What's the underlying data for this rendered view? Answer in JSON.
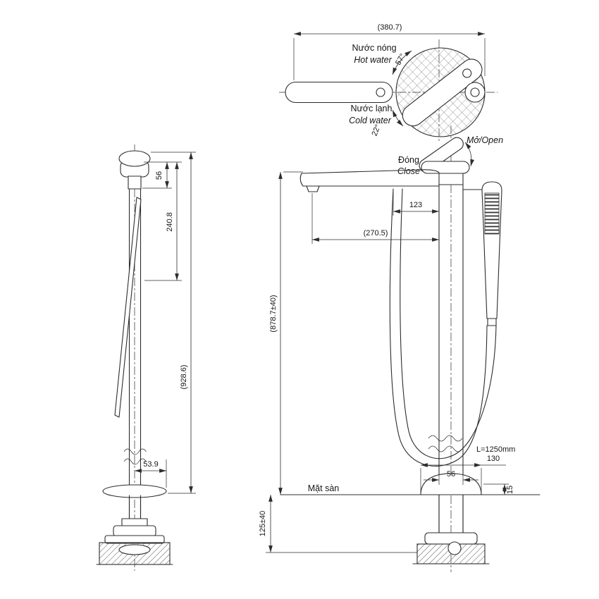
{
  "page": {
    "background": "#ffffff",
    "line_color": "#2c2c2c"
  },
  "labels": {
    "hot_water_vi": "Nước nóng",
    "hot_water_en": "Hot water",
    "cold_water_vi": "Nước lạnh",
    "cold_water_en": "Cold water",
    "angle_hot": "57°",
    "angle_cold": "22°",
    "open": "Mở/Open",
    "close_vi": "Đóng",
    "close_en": "Close",
    "floor": "Mặt sàn",
    "hose_length": "L=1250mm"
  },
  "dims": {
    "top_width": "(380.7)",
    "handle_height": "56",
    "spout_height": "240.8",
    "overall_left": "(928.6)",
    "base_offset": "53.9",
    "reach_inner": "123",
    "reach": "(270.5)",
    "overall_right": "(878.7±40)",
    "base_width": "130",
    "column_width": "56",
    "flange_height": "15",
    "under_floor": "125±40"
  }
}
